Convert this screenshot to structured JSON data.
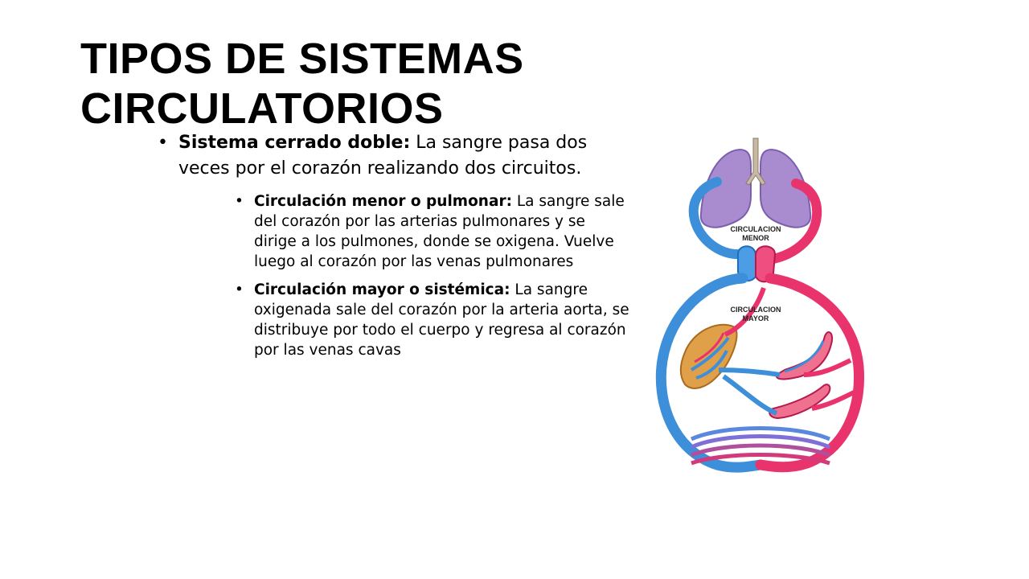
{
  "slide": {
    "title": "TIPOS DE SISTEMAS CIRCULATORIOS"
  },
  "bullets": {
    "main": {
      "term": "Sistema cerrado doble:",
      "text": " La sangre pasa dos veces por el corazón realizando dos circuitos."
    },
    "sub": [
      {
        "term": "Circulación menor o pulmonar:",
        "text": " La sangre sale del corazón por las arterias pulmonares y se dirige a los pulmones, donde se oxigena. Vuelve luego al corazón por las venas pulmonares"
      },
      {
        "term": "Circulación mayor o sistémica:",
        "text": " La sangre oxigenada sale del corazón por la arteria aorta, se distribuye por todo el cuerpo y regresa al corazón por las venas cavas"
      }
    ]
  },
  "diagram": {
    "label_minor_line1": "CIRCULACION",
    "label_minor_line2": "MENOR",
    "label_major_line1": "CIRCULACION",
    "label_major_line2": "MAYOR",
    "colors": {
      "arterial": "#e8336d",
      "venous": "#3d8fd9",
      "lung": "#a98bd0",
      "liver": "#e0a04a"
    }
  }
}
